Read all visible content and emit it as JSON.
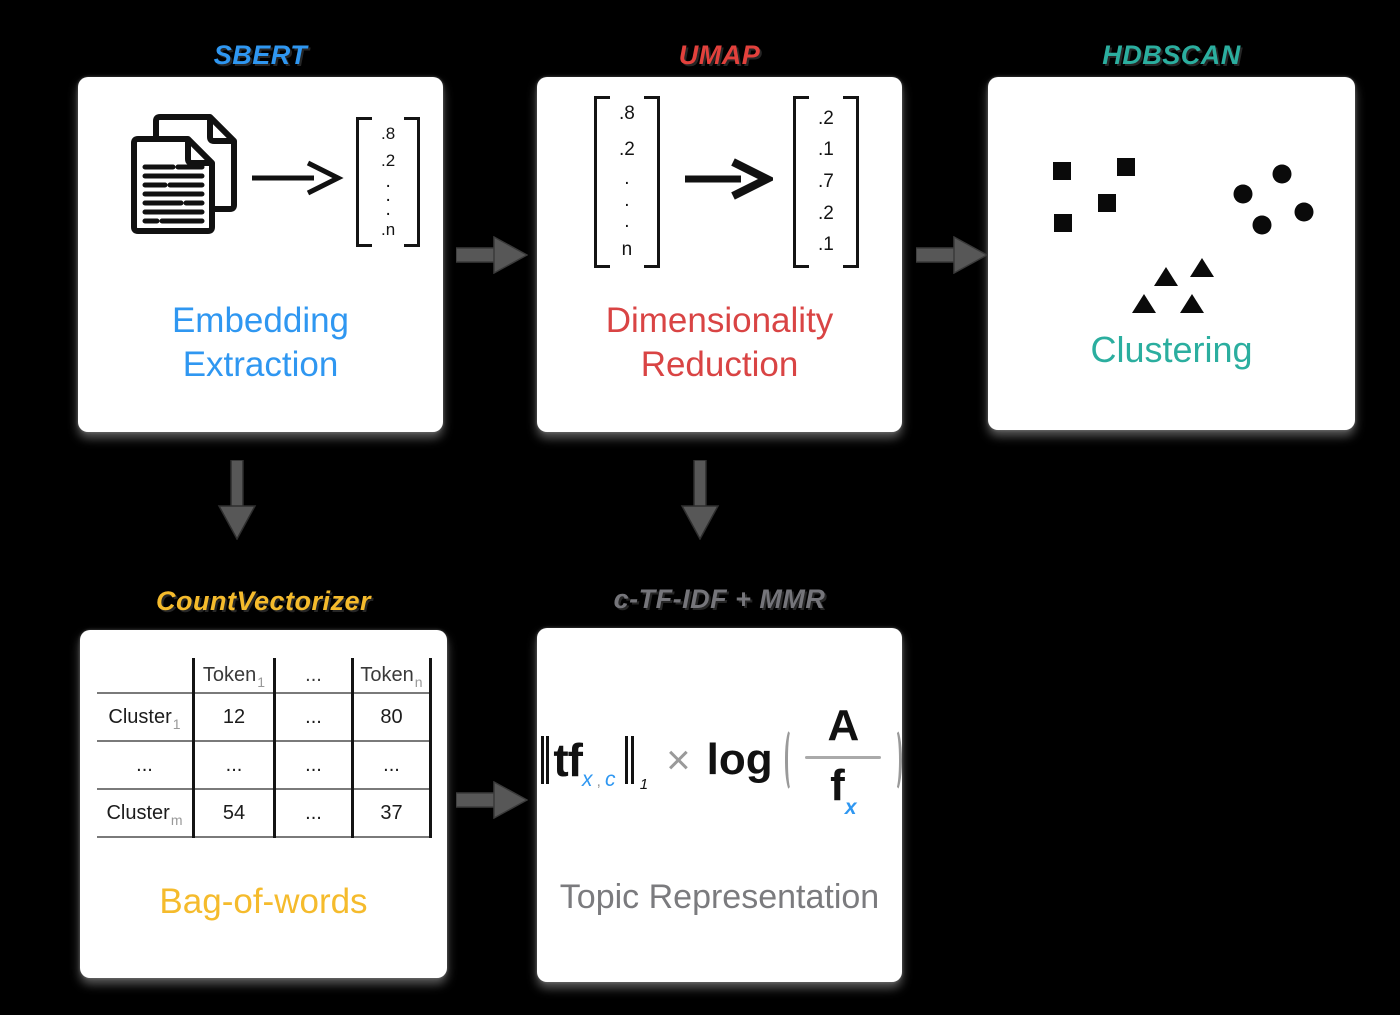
{
  "colors": {
    "background": "#000000",
    "box_bg": "#FFFFFF",
    "sbert_blue": "#2F97F1",
    "umap_red": "#D94444",
    "hdbscan_teal": "#2BAE9F",
    "countvectorizer_yellow": "#F5BB2C",
    "ctfidf_gray": "#7B7B7E",
    "flow_arrow_gray": "#575757"
  },
  "icons": {
    "documents": "documents-icon",
    "transform_arrow": "transform-arrow-icon",
    "flow_right": "flow-arrow-right-icon",
    "flow_down": "flow-arrow-down-icon",
    "square_points": "square-points-icon",
    "circle_points": "circle-points-icon",
    "triangle_points": "triangle-points-icon"
  },
  "sbert": {
    "label": "SBERT",
    "caption": [
      "Embedding",
      "Extraction"
    ],
    "vector": [
      ".8",
      ".2",
      ".",
      ".",
      ".",
      ".n"
    ]
  },
  "umap": {
    "label": "UMAP",
    "caption": [
      "Dimensionality",
      "Reduction"
    ],
    "vector_in": [
      ".8",
      ".2",
      ".",
      ".",
      ".",
      "n"
    ],
    "vector_out": [
      ".2",
      ".1",
      ".7",
      ".2",
      ".1"
    ]
  },
  "hdbscan": {
    "label": "HDBSCAN",
    "caption": "Clustering"
  },
  "countvectorizer": {
    "label": "CountVectorizer",
    "caption": "Bag-of-words",
    "table": {
      "headers": [
        {
          "base": "",
          "sub": ""
        },
        {
          "base": "Token",
          "sub": "1"
        },
        {
          "base": "...",
          "sub": ""
        },
        {
          "base": "Token",
          "sub": "n"
        }
      ],
      "rows": [
        {
          "label": {
            "base": "Cluster",
            "sub": "1"
          },
          "cells": [
            "12",
            "...",
            "80"
          ]
        },
        {
          "label": {
            "base": "...",
            "sub": ""
          },
          "cells": [
            "...",
            "...",
            "..."
          ]
        },
        {
          "label": {
            "base": "Cluster",
            "sub": "m"
          },
          "cells": [
            "54",
            "...",
            "37"
          ]
        }
      ]
    }
  },
  "ctfidf": {
    "label": "c-TF-IDF + MMR",
    "caption": "Topic Representation",
    "formula": {
      "tf": "tf",
      "sub_x": "x",
      "comma": ",",
      "sub_c": "c",
      "norm_index": "1",
      "times": "×",
      "log": "log",
      "numerator": "A",
      "denominator": "f",
      "denominator_sub": "x"
    }
  }
}
